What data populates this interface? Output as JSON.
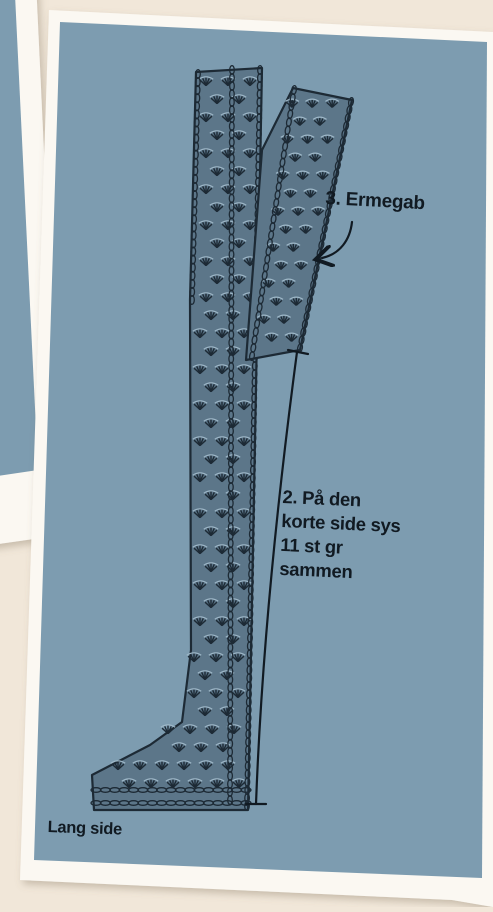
{
  "labels": {
    "armhole": "3. Ermegab",
    "seam_instruction": [
      "2. På den",
      "korte side sys",
      "11 st gr",
      "sammen"
    ],
    "long_side": "Lang side"
  },
  "colors": {
    "background": "#f1e7d9",
    "board": "#7d9cb0",
    "frame": "#fbf8f2",
    "stitch_dark": "#1d2a35",
    "stitch_light": "#9fb8c8",
    "text": "#111a22"
  }
}
